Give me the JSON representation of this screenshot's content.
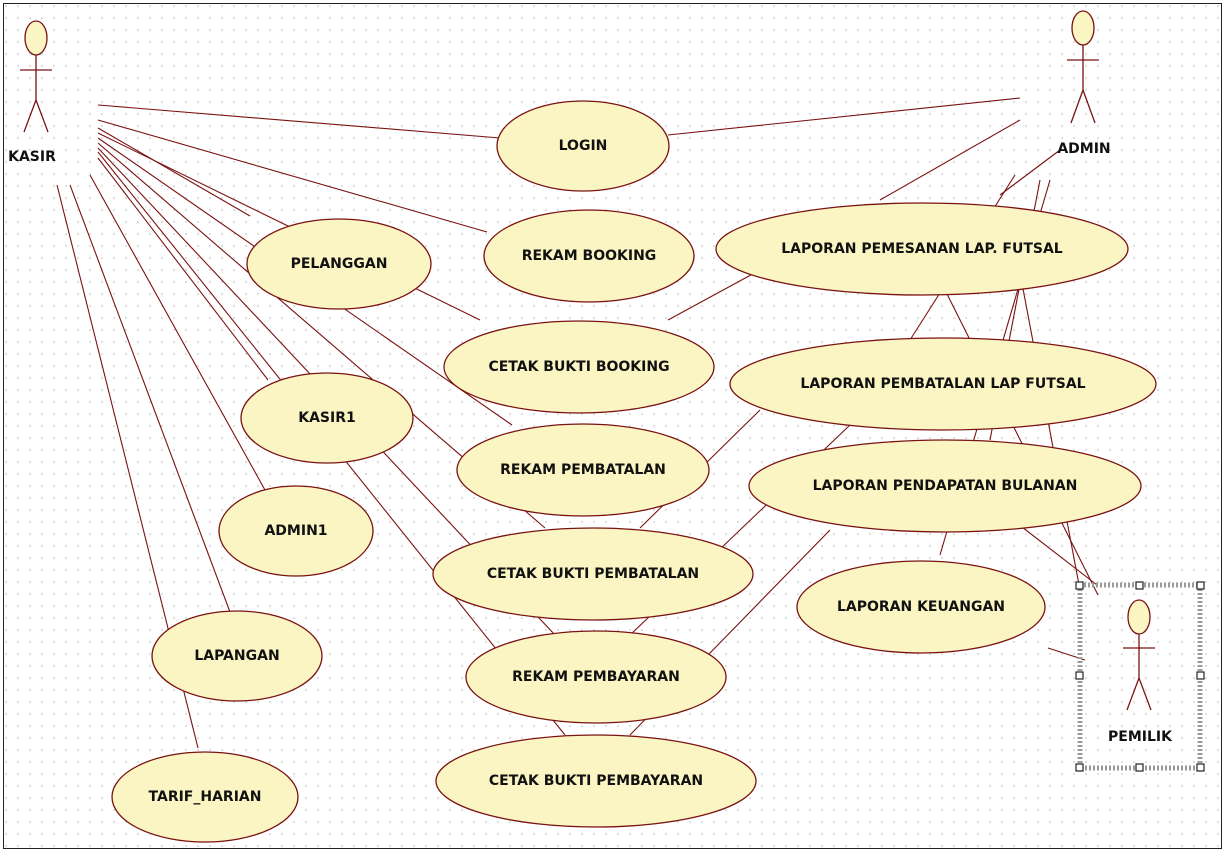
{
  "diagram": {
    "actors": [
      {
        "id": "kasir",
        "label": "KASIR"
      },
      {
        "id": "admin",
        "label": "ADMIN"
      },
      {
        "id": "pemilik",
        "label": "PEMILIK"
      }
    ],
    "use_cases": [
      {
        "id": "login",
        "label": "LOGIN"
      },
      {
        "id": "rekam_booking",
        "label": "REKAM BOOKING"
      },
      {
        "id": "pelanggan",
        "label": "PELANGGAN"
      },
      {
        "id": "cetak_bukti_booking",
        "label": "CETAK BUKTI BOOKING"
      },
      {
        "id": "kasir1",
        "label": "KASIR1"
      },
      {
        "id": "rekam_pembatalan",
        "label": "REKAM PEMBATALAN"
      },
      {
        "id": "admin1",
        "label": "ADMIN1"
      },
      {
        "id": "cetak_bukti_pembatalan",
        "label": "CETAK BUKTI PEMBATALAN"
      },
      {
        "id": "lapangan",
        "label": "LAPANGAN"
      },
      {
        "id": "rekam_pembayaran",
        "label": "REKAM PEMBAYARAN"
      },
      {
        "id": "tarif_harian",
        "label": "TARIF_HARIAN"
      },
      {
        "id": "cetak_bukti_pembayaran",
        "label": "CETAK BUKTI PEMBAYARAN"
      },
      {
        "id": "laporan_pemesanan",
        "label": "LAPORAN PEMESANAN LAP. FUTSAL"
      },
      {
        "id": "laporan_pembatalan",
        "label": "LAPORAN PEMBATALAN LAP FUTSAL"
      },
      {
        "id": "laporan_pendapatan",
        "label": "LAPORAN PENDAPATAN BULANAN"
      },
      {
        "id": "laporan_keuangan",
        "label": "LAPORAN KEUANGAN"
      }
    ],
    "colors": {
      "use_case_fill": "#fbf5c3",
      "line": "#7a1212",
      "text": "#111111"
    }
  }
}
